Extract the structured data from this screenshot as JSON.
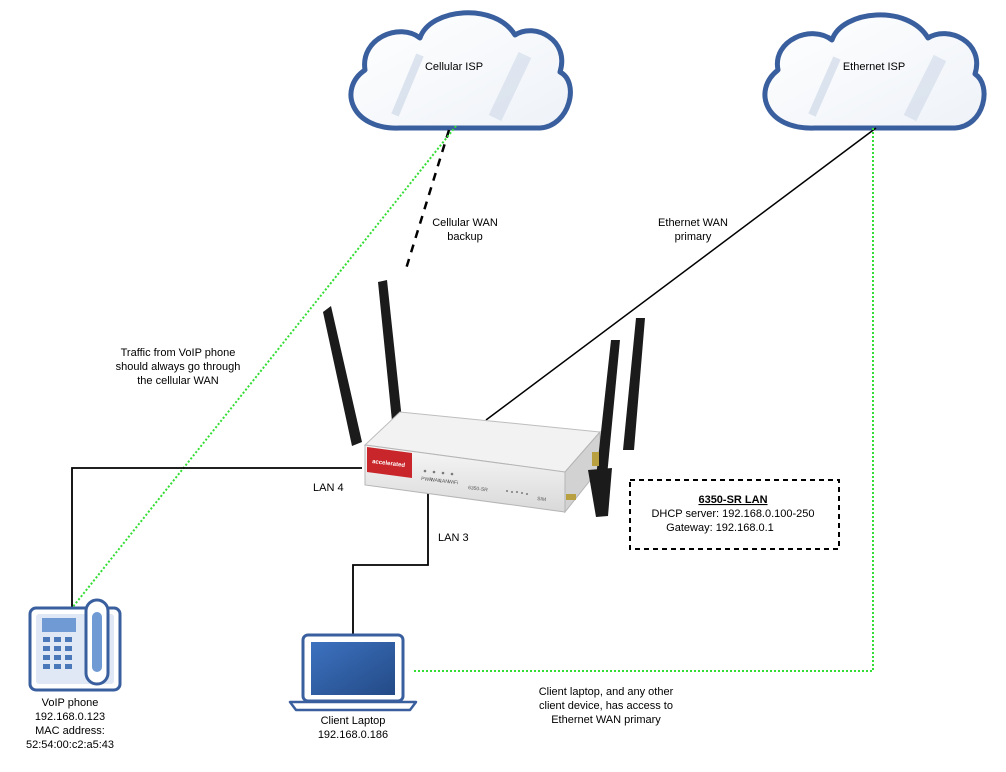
{
  "clouds": {
    "cellular": {
      "label": "Cellular ISP"
    },
    "ethernet": {
      "label": "Ethernet ISP"
    }
  },
  "links": {
    "cellular_wan": {
      "line1": "Cellular WAN",
      "line2": "backup"
    },
    "ethernet_wan": {
      "line1": "Ethernet WAN",
      "line2": "primary"
    },
    "lan4": {
      "label": "LAN 4"
    },
    "lan3": {
      "label": "LAN 3"
    }
  },
  "notes": {
    "voip_traffic": {
      "line1": "Traffic from VoIP phone",
      "line2": "should always go through",
      "line3": "the cellular WAN"
    },
    "client_access": {
      "line1": "Client laptop, and any other",
      "line2": "client device, has access to",
      "line3": "Ethernet WAN primary"
    }
  },
  "router": {
    "brand": "accelerated",
    "model": "6350-SR",
    "port_labels": [
      "PWR",
      "WAN",
      "LAN",
      "WiFi"
    ],
    "sim_label": "SIM"
  },
  "lan_box": {
    "title": "6350-SR LAN",
    "dhcp": "DHCP server:  192.168.0.100-250",
    "gateway": "Gateway:  192.168.0.1"
  },
  "voip_phone": {
    "name": "VoIP phone",
    "ip": "192.168.0.123",
    "mac_label": "MAC address:",
    "mac": "52:54:00:c2:a5:43"
  },
  "laptop": {
    "name": "Client Laptop",
    "ip": "192.168.0.186"
  },
  "colors": {
    "cloud_stroke": "#3a5f9e",
    "green_link": "#33dd33",
    "router_red": "#c8262b",
    "laptop_screen": "#2f5fa6"
  }
}
